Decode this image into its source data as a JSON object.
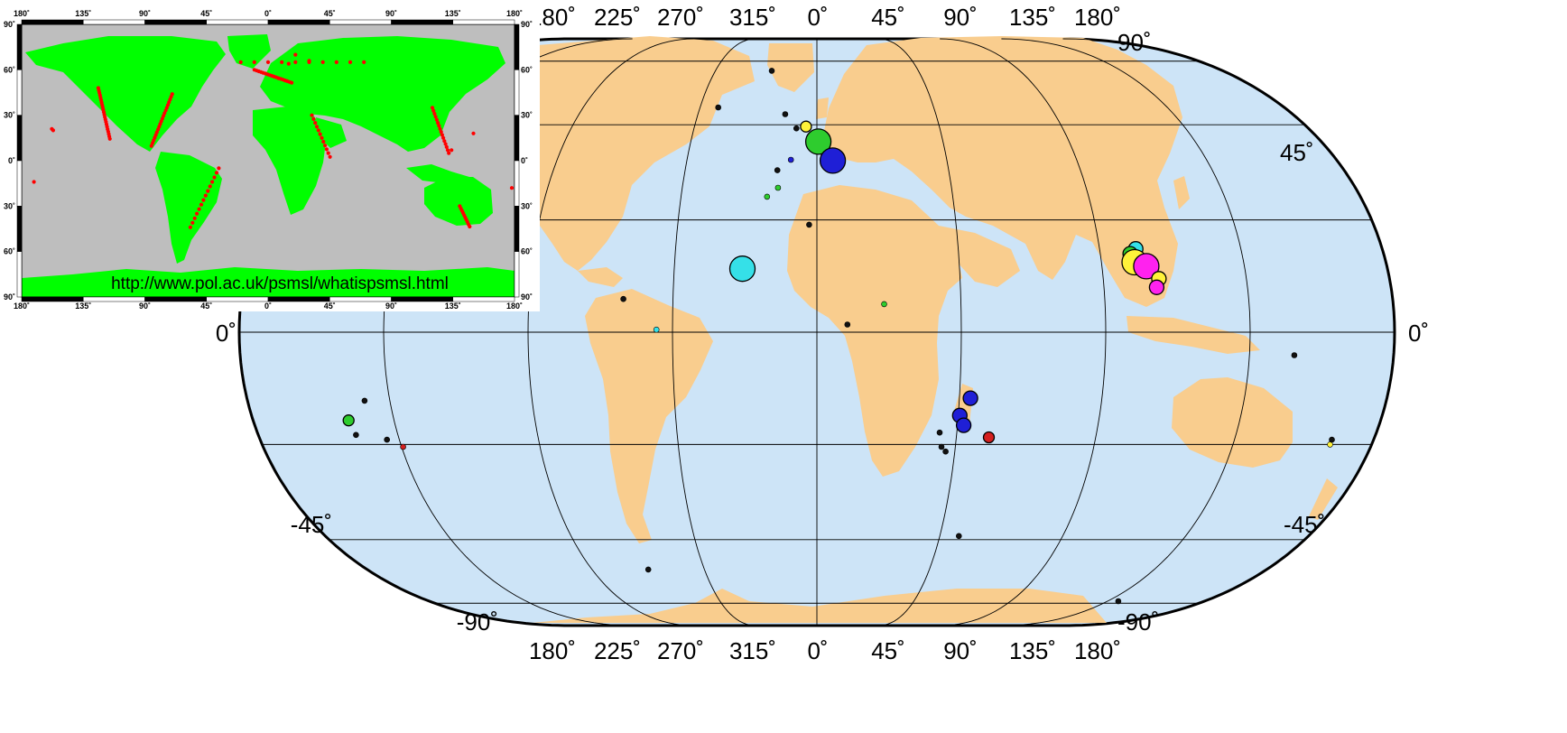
{
  "colors": {
    "ocean": "#cde4f7",
    "land": "#f9cd8e",
    "border": "#000000",
    "inset_ocean": "#bebebe",
    "inset_land": "#00ff00",
    "inset_station": "#ff0000"
  },
  "main_map": {
    "top_lon_labels": [
      "180˚",
      "225˚",
      "270˚",
      "315˚",
      "0˚",
      "45˚",
      "90˚",
      "135˚",
      "180˚"
    ],
    "bottom_lon_labels": [
      "180˚",
      "225˚",
      "270˚",
      "315˚",
      "0˚",
      "45˚",
      "90˚",
      "135˚",
      "180˚"
    ],
    "left_lat_labels": [
      "0˚",
      "-45˚",
      "-90˚"
    ],
    "right_lat_labels": [
      "90˚",
      "45˚",
      "0˚",
      "-45˚",
      "-90˚"
    ]
  },
  "inset_map": {
    "url_text": "http://www.pol.ac.uk/psmsl/whatispsmsl.html",
    "top_lon_labels": [
      "180˚",
      "135˚",
      "90˚",
      "45˚",
      "0˚",
      "45˚",
      "90˚",
      "135˚",
      "180˚"
    ],
    "bottom_lon_labels": [
      "180˚",
      "135˚",
      "90˚",
      "45˚",
      "0˚",
      "45˚",
      "90˚",
      "135˚",
      "180˚"
    ],
    "left_lat_labels": [
      "90˚",
      "60˚",
      "30˚",
      "0˚",
      "30˚",
      "60˚",
      "90˚"
    ],
    "right_lat_labels": [
      "90˚",
      "60˚",
      "30˚",
      "0˚",
      "30˚",
      "60˚",
      "90˚"
    ]
  },
  "stations": [
    {
      "lat": 40.5,
      "lon": 0.5,
      "size": "large",
      "color": "green"
    },
    {
      "lat": 35.8,
      "lon": 5.5,
      "size": "large",
      "color": "blue"
    },
    {
      "lat": 44.5,
      "lon": -4.0,
      "size": "small",
      "color": "yellow"
    },
    {
      "lat": 44.0,
      "lon": -7.5,
      "size": "tiny",
      "color": "black"
    },
    {
      "lat": 29.5,
      "lon": -13.0,
      "size": "tiny",
      "color": "green"
    },
    {
      "lat": 27.5,
      "lon": -16.5,
      "size": "tiny",
      "color": "green"
    },
    {
      "lat": 12.5,
      "lon": -23.5,
      "size": "large",
      "color": "cyan"
    },
    {
      "lat": 16.5,
      "lon": 101.5,
      "size": "medium",
      "color": "cyan"
    },
    {
      "lat": 15.5,
      "lon": 99.5,
      "size": "medium",
      "color": "green"
    },
    {
      "lat": 13.8,
      "lon": 100.5,
      "size": "large",
      "color": "yellow"
    },
    {
      "lat": 13.0,
      "lon": 104.0,
      "size": "large",
      "color": "magenta"
    },
    {
      "lat": 10.5,
      "lon": 107.5,
      "size": "medium",
      "color": "yellow"
    },
    {
      "lat": 8.8,
      "lon": 106.5,
      "size": "medium",
      "color": "magenta"
    },
    {
      "lat": -13.0,
      "lon": 48.5,
      "size": "medium",
      "color": "blue"
    },
    {
      "lat": -16.5,
      "lon": 45.5,
      "size": "medium",
      "color": "blue"
    },
    {
      "lat": -18.5,
      "lon": 47.0,
      "size": "medium",
      "color": "blue"
    },
    {
      "lat": -21.0,
      "lon": 55.5,
      "size": "small",
      "color": "red"
    },
    {
      "lat": -20.0,
      "lon": 39.5,
      "size": "tiny",
      "color": "black"
    },
    {
      "lat": -23.0,
      "lon": 40.5,
      "size": "tiny",
      "color": "black"
    },
    {
      "lat": -24.0,
      "lon": 42.0,
      "size": "tiny",
      "color": "black"
    },
    {
      "lat": -17.5,
      "lon": -149.5,
      "size": "small",
      "color": "green"
    },
    {
      "lat": -20.5,
      "lon": -148.5,
      "size": "tiny",
      "color": "black"
    },
    {
      "lat": -23.0,
      "lon": -134.5,
      "size": "tiny",
      "color": "red"
    },
    {
      "lat": -21.5,
      "lon": -139.0,
      "size": "tiny",
      "color": "black"
    },
    {
      "lat": -13.5,
      "lon": -143.0,
      "size": "tiny",
      "color": "black"
    },
    {
      "lat": -22.5,
      "lon": 166.5,
      "size": "tiny",
      "color": "yellow"
    },
    {
      "lat": -21.5,
      "lon": 166.5,
      "size": "tiny",
      "color": "black"
    },
    {
      "lat": 21.5,
      "lon": -2.5,
      "size": "tiny",
      "color": "black"
    },
    {
      "lat": 6.5,
      "lon": -60.5,
      "size": "tiny",
      "color": "black"
    },
    {
      "lat": 0.5,
      "lon": -50.0,
      "size": "tiny",
      "color": "cyan"
    },
    {
      "lat": 5.5,
      "lon": 21.0,
      "size": "tiny",
      "color": "green"
    },
    {
      "lat": 1.5,
      "lon": 9.5,
      "size": "tiny",
      "color": "black"
    },
    {
      "lat": -54.0,
      "lon": -67.5,
      "size": "tiny",
      "color": "black"
    },
    {
      "lat": -44.0,
      "lon": 52.0,
      "size": "tiny",
      "color": "black"
    },
    {
      "lat": 50.0,
      "lon": -38.0,
      "size": "tiny",
      "color": "black"
    },
    {
      "lat": 33.5,
      "lon": -13.5,
      "size": "tiny",
      "color": "black"
    },
    {
      "lat": 36.0,
      "lon": -9.0,
      "size": "tiny",
      "color": "blue"
    },
    {
      "lat": 63.0,
      "lon": -20.0,
      "size": "tiny",
      "color": "black"
    },
    {
      "lat": 48.0,
      "lon": -12.0,
      "size": "tiny",
      "color": "black"
    },
    {
      "lat": -66.5,
      "lon": 140.0,
      "size": "tiny",
      "color": "black"
    },
    {
      "lat": -4.5,
      "lon": 149.0,
      "size": "tiny",
      "color": "black"
    }
  ]
}
